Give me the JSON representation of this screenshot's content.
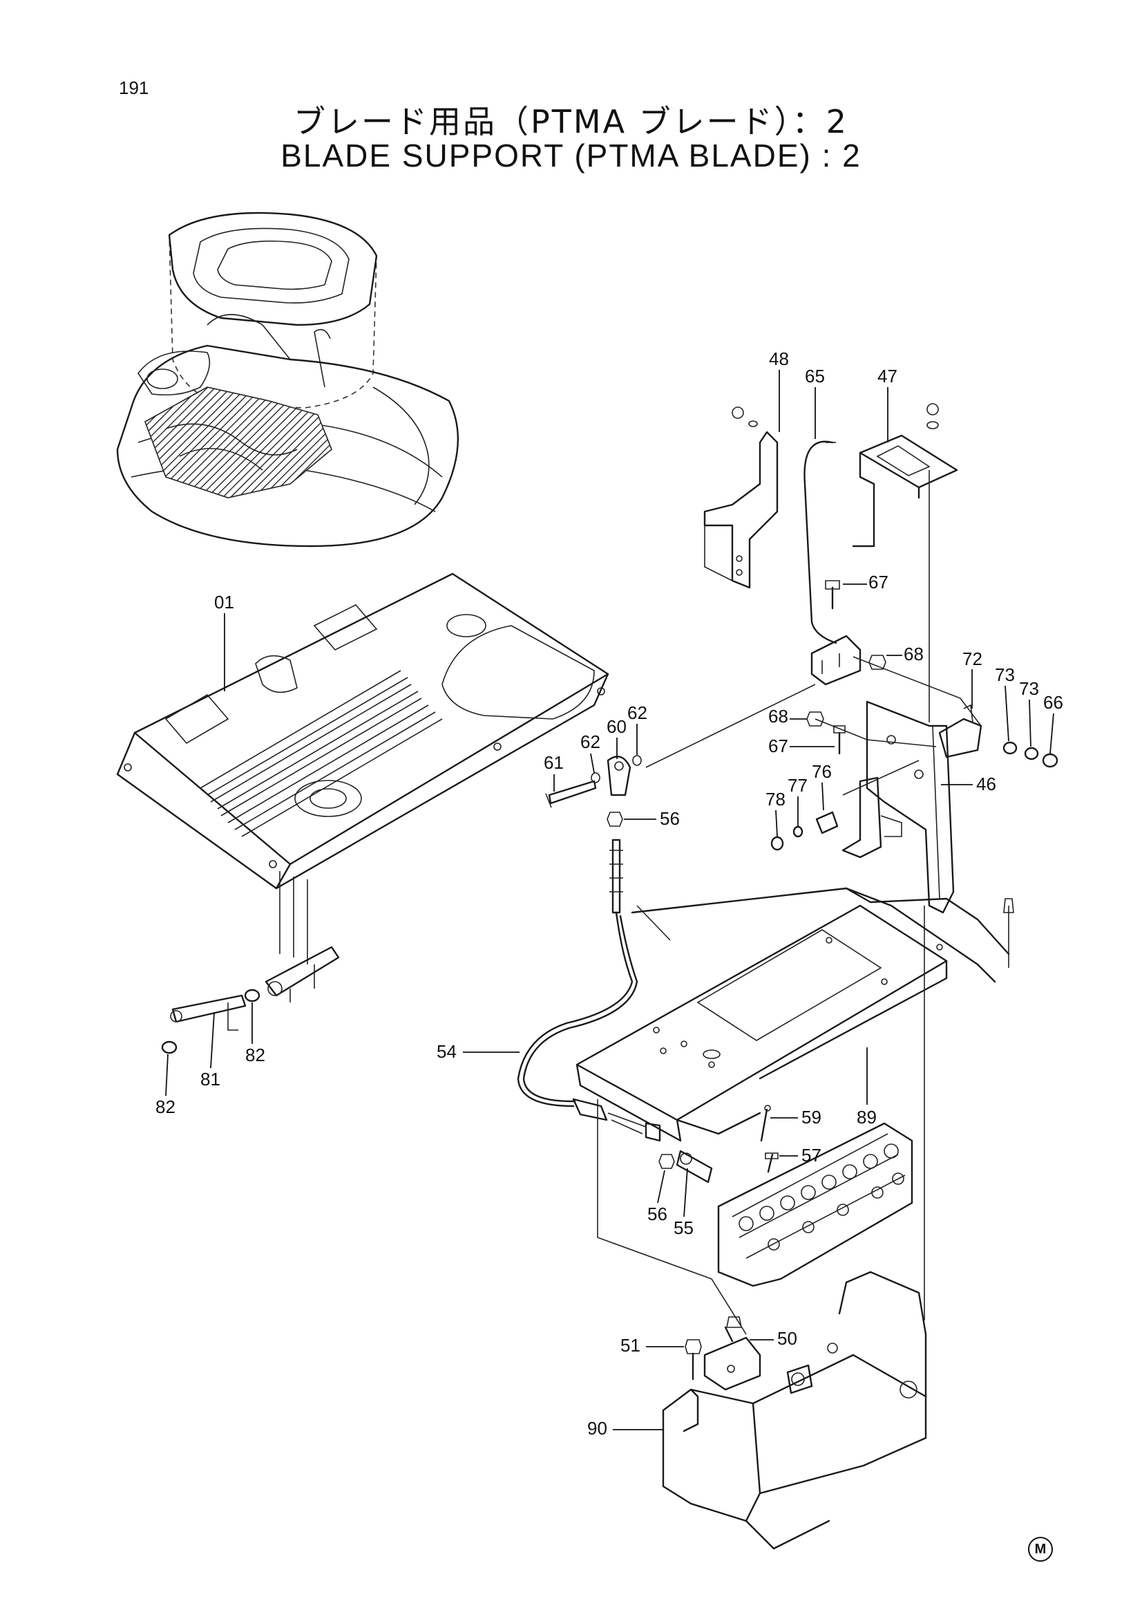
{
  "page_number": "191",
  "title_jp": "ブレード用品（PTMA ブレード）：2",
  "title_en": "BLADE SUPPORT (PTMA BLADE) : 2",
  "marker": "M",
  "callouts": [
    "48",
    "65",
    "47",
    "67",
    "68",
    "72",
    "73",
    "73",
    "66",
    "01",
    "62",
    "60",
    "62",
    "61",
    "56",
    "68",
    "67",
    "76",
    "77",
    "78",
    "46",
    "54",
    "59",
    "89",
    "57",
    "56",
    "55",
    "82",
    "81",
    "82",
    "51",
    "50",
    "90"
  ]
}
